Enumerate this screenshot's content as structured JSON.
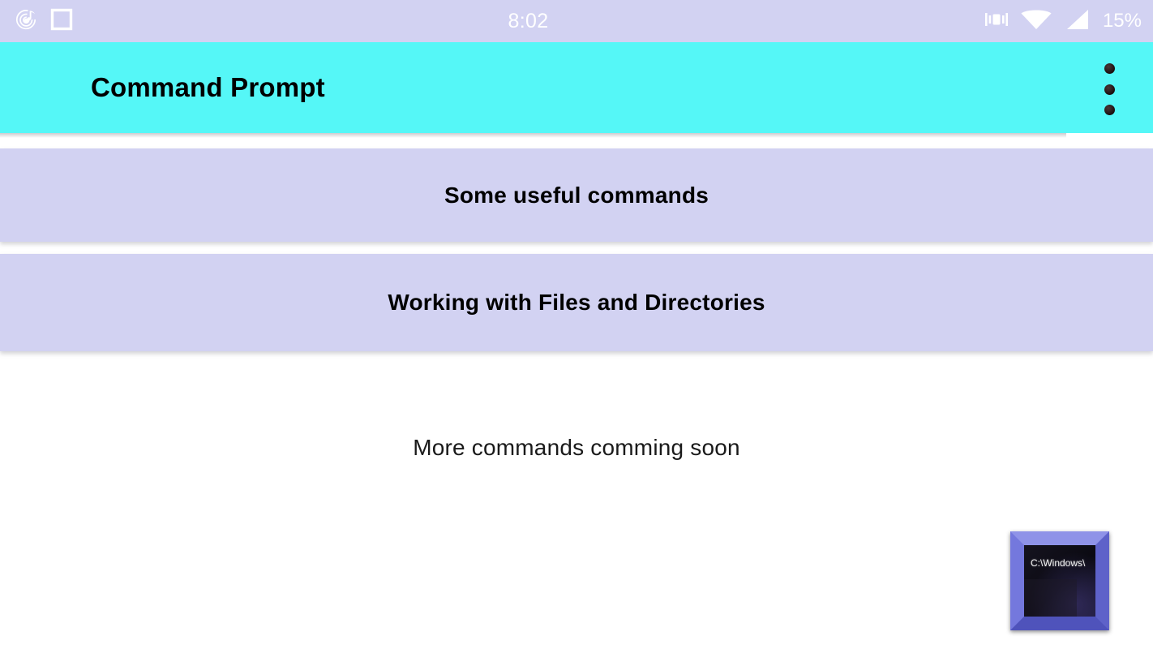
{
  "status_bar": {
    "clock": "8:02",
    "battery_label": "15%",
    "left_icons": [
      {
        "name": "music-notification-icon",
        "label": "music"
      },
      {
        "name": "square-notification-icon",
        "label": "square"
      }
    ],
    "right_icons": [
      {
        "name": "vibrate-icon",
        "label": "vibrate"
      },
      {
        "name": "wifi-icon",
        "label": "wifi"
      },
      {
        "name": "cellular-signal-icon",
        "label": "signal"
      }
    ],
    "background_color": "#d2d2f2",
    "text_color": "#ffffff"
  },
  "app_bar": {
    "title": "Command Prompt",
    "background_color": "#55f7f7",
    "title_color": "#000000",
    "overflow_menu_name": "more-options"
  },
  "main": {
    "cards": [
      {
        "label": "Some useful commands"
      },
      {
        "label": "Working with Files and Directories"
      }
    ],
    "card_background_color": "#d2d2f2",
    "footer_note": "More commands comming soon"
  },
  "cmd_icon": {
    "screen_text": "C:\\Windows\\",
    "frame_color": "#6f73d6",
    "screen_color": "#0a0a12"
  }
}
